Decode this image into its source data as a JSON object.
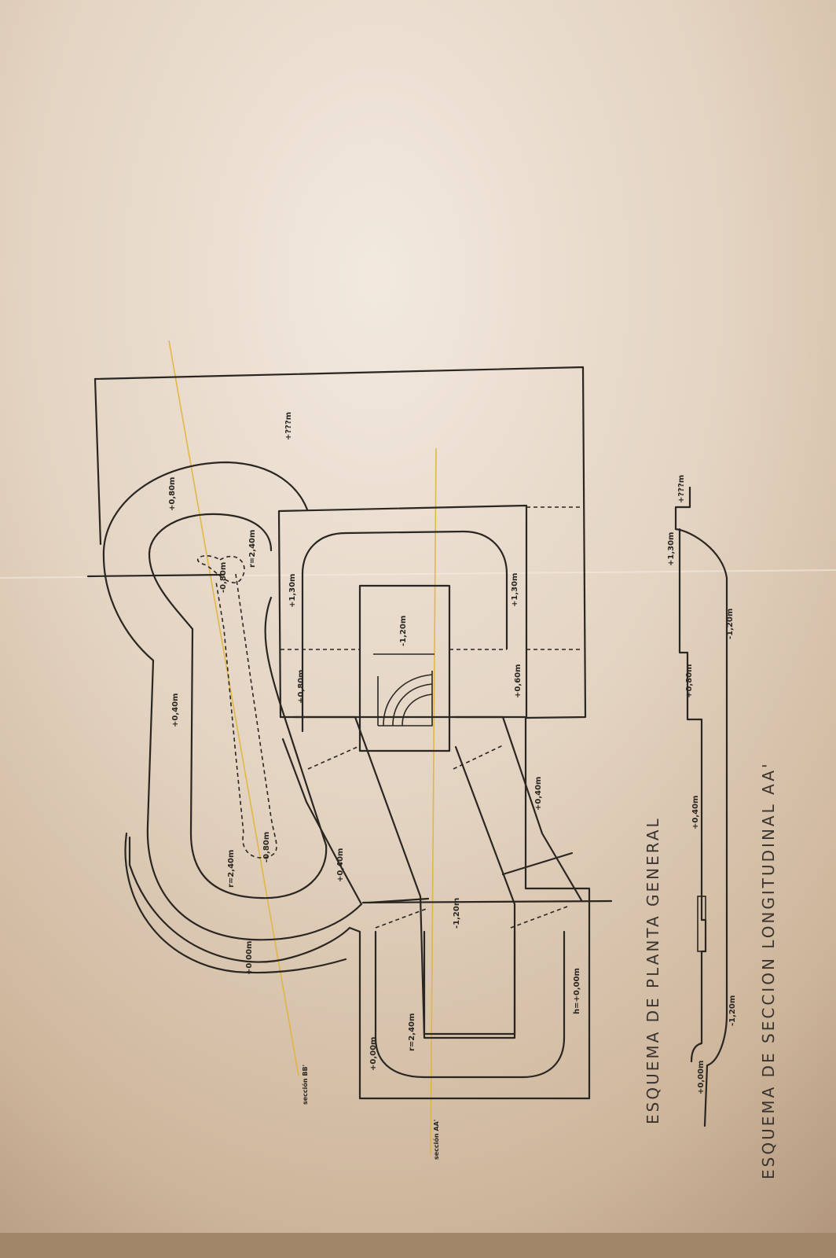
{
  "paper": {
    "colors": {
      "light": "#ebe1d6",
      "mid": "#dccbb8",
      "dark": "#b59c80",
      "ink": "#2a2622",
      "section_line": "#e0b43a"
    }
  },
  "titles": {
    "plan": "ESQUEMA DE PLANTA GENERAL",
    "section": "ESQUEMA DE SECCION LONGITUDINAL AA'"
  },
  "plan_labels": {
    "qqq": "+???m",
    "p080_top": "+0,80m",
    "r240_a": "r=2,40m",
    "m080_a": "-0,80m",
    "p130_a": "+1,30m",
    "p040_a": "+0,40m",
    "m120_a": "-1,20m",
    "p080_b": "+0,80m",
    "p130_b": "+1,30m",
    "p060": "+0,60m",
    "m080_b": "-0,80m",
    "r240_b": "r=2,40m",
    "p040_b": "+0,40m",
    "p040_c": "+0,40m",
    "m120_b": "-1,20m",
    "p000_a": "+0,00m",
    "r240_c": "r=2,40m",
    "h000": "h=+0,00m",
    "p000_b": "+0,00m",
    "seccion_bb": "sección BB'",
    "seccion_aa": "sección AA'"
  },
  "section_labels": {
    "qqq": "+???m",
    "p130": "+1,30m",
    "m120_a": "-1,20m",
    "p080": "+0,80m",
    "p040": "+0,40m",
    "m120_b": "-1,20m",
    "p000": "+0,00m"
  }
}
